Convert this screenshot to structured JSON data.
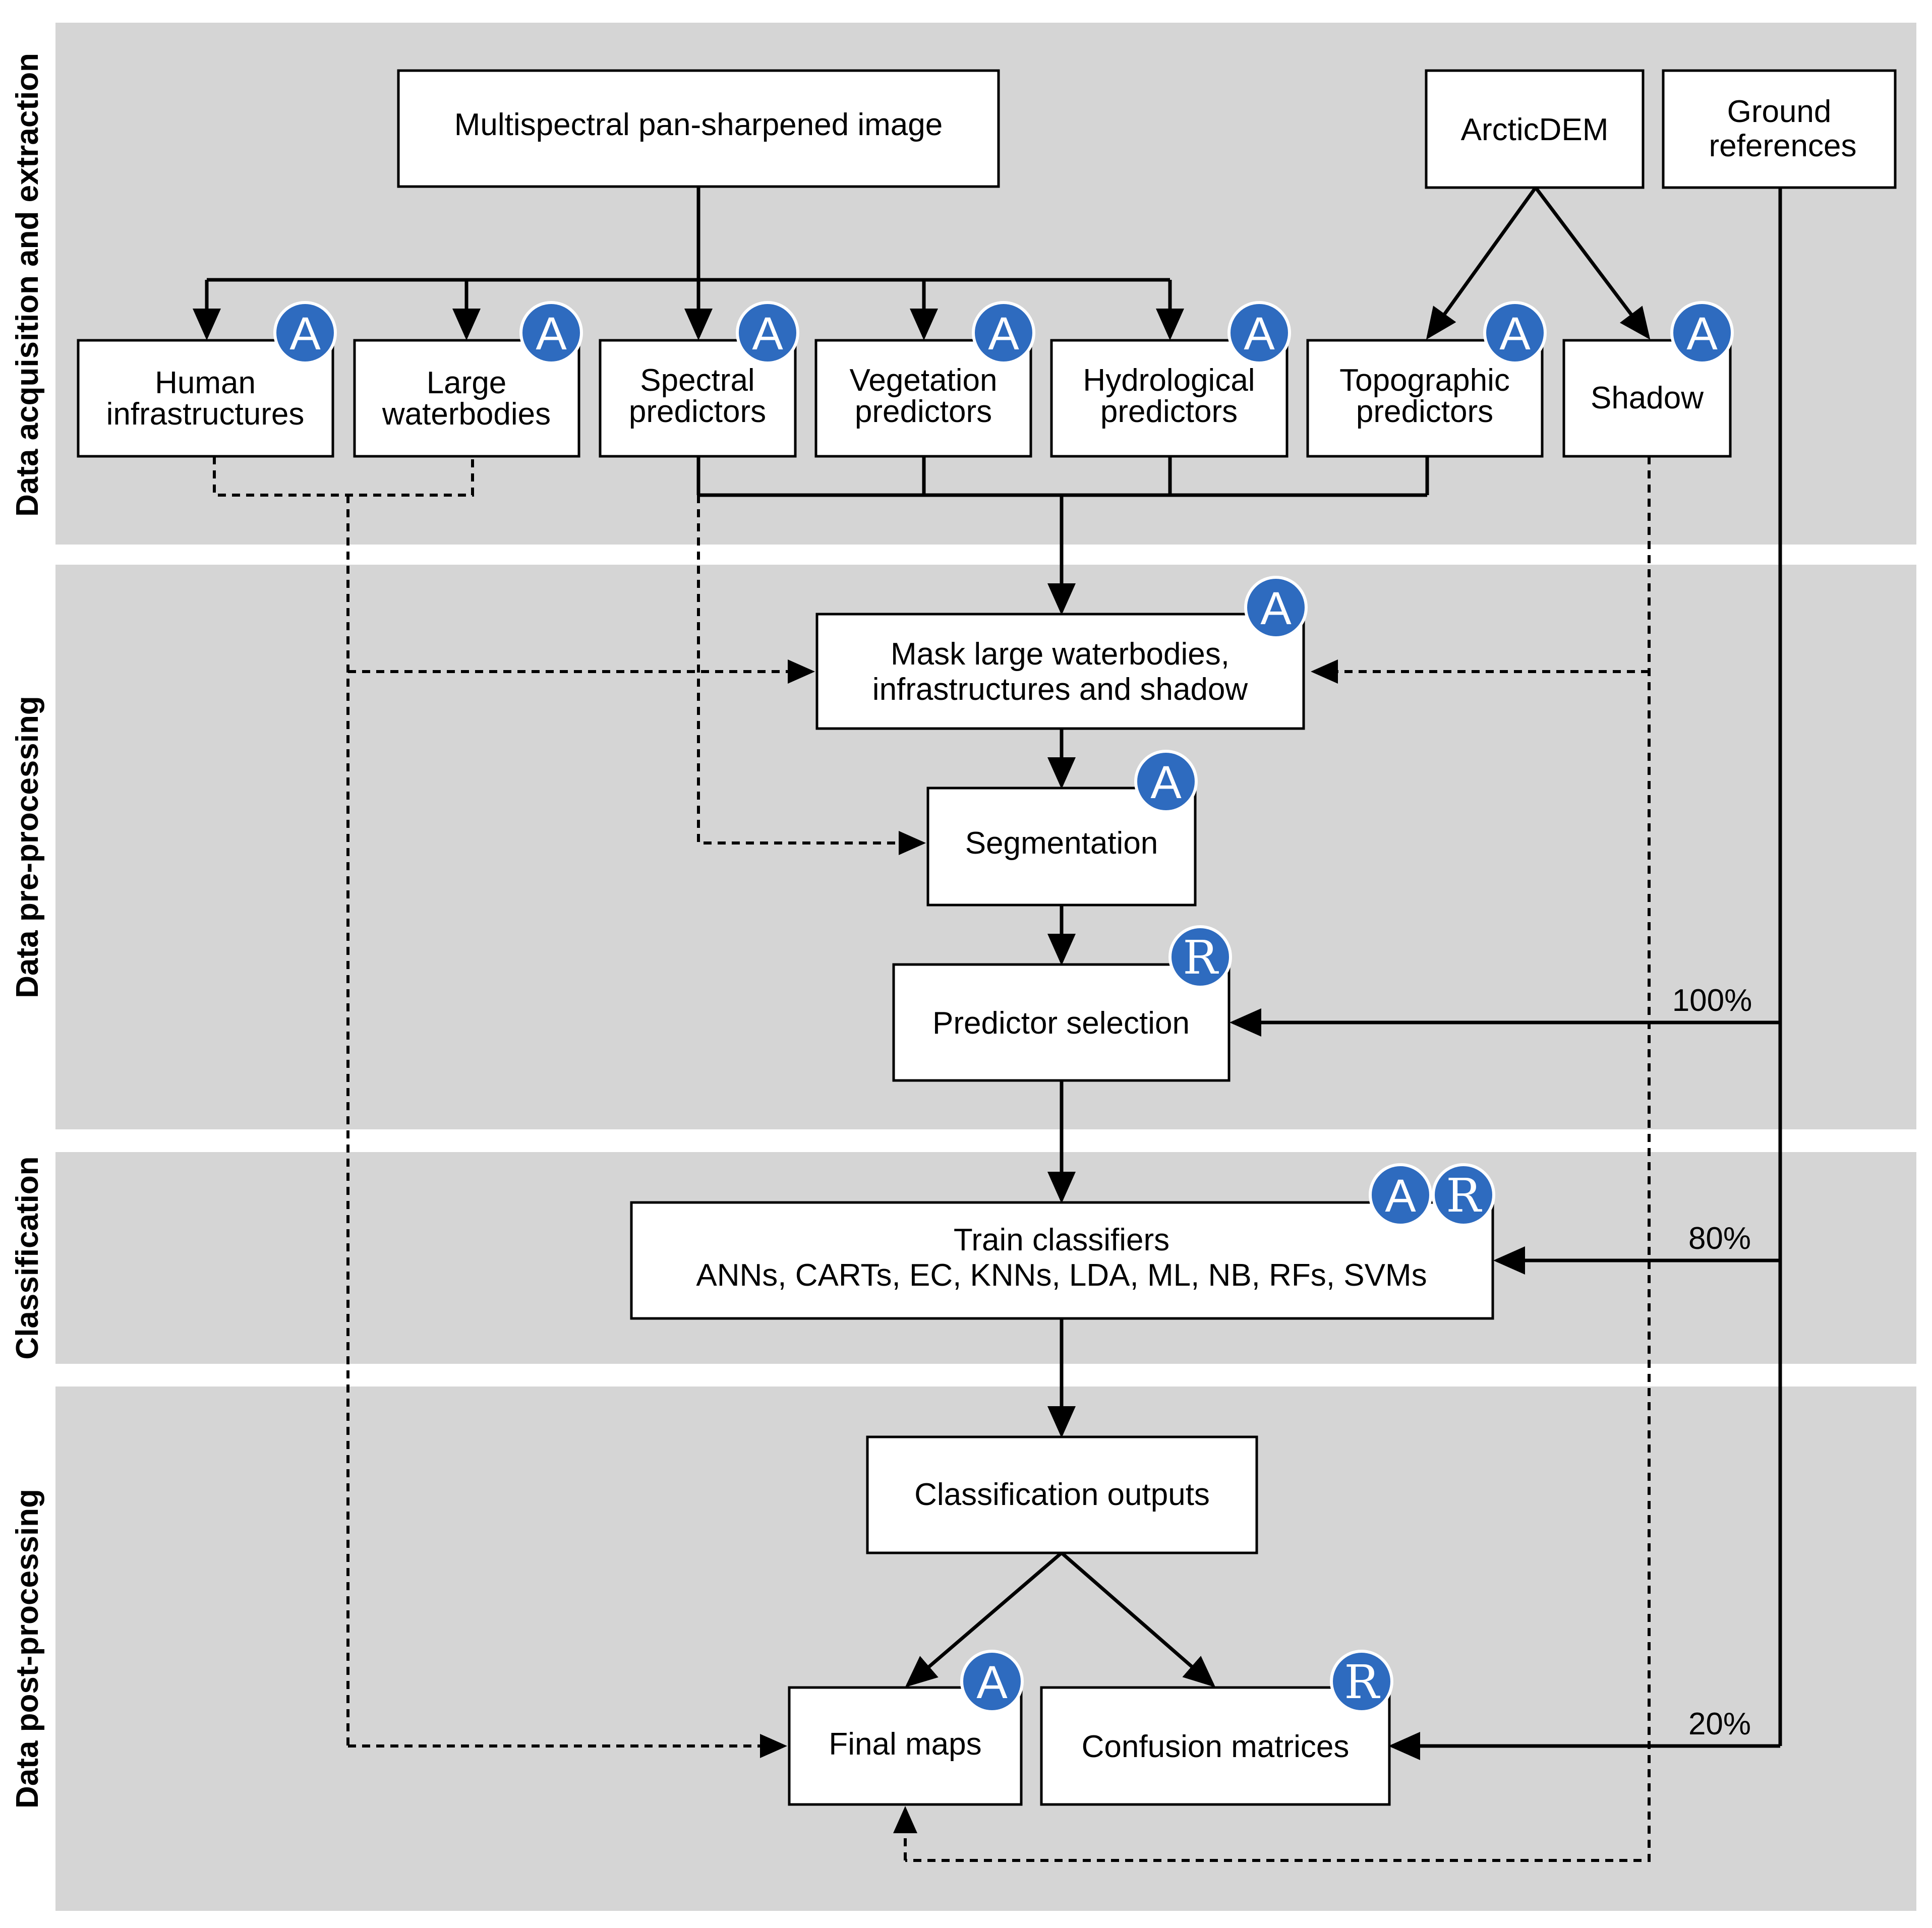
{
  "bands": {
    "acquisition": "Data acquisition and extraction",
    "preprocessing": "Data pre-processing",
    "classification": "Classification",
    "postprocessing": "Data post-processing"
  },
  "boxes": {
    "multispectral": "Multispectral pan-sharpened image",
    "arcticdem": "ArcticDEM",
    "ground_line1": "Ground",
    "ground_line2": "references",
    "human_line1": "Human",
    "human_line2": "infrastructures",
    "water_line1": "Large",
    "water_line2": "waterbodies",
    "spectral_line1": "Spectral",
    "spectral_line2": "predictors",
    "vegetation_line1": "Vegetation",
    "vegetation_line2": "predictors",
    "hydro_line1": "Hydrological",
    "hydro_line2": "predictors",
    "topo_line1": "Topographic",
    "topo_line2": "predictors",
    "shadow": "Shadow",
    "mask_line1": "Mask large waterbodies,",
    "mask_line2": "infrastructures and shadow",
    "segmentation": "Segmentation",
    "predictor_selection": "Predictor selection",
    "train_line1": "Train classifiers",
    "train_line2": "ANNs, CARTs, EC, KNNs, LDA, ML, NB, RFs, SVMs",
    "outputs": "Classification outputs",
    "final_maps": "Final maps",
    "confusion": "Confusion matrices"
  },
  "percentages": {
    "selection": "100%",
    "training": "80%",
    "validation": "20%"
  },
  "badges": {
    "a": "A",
    "r": "R",
    "color": "#2e6bbf"
  }
}
